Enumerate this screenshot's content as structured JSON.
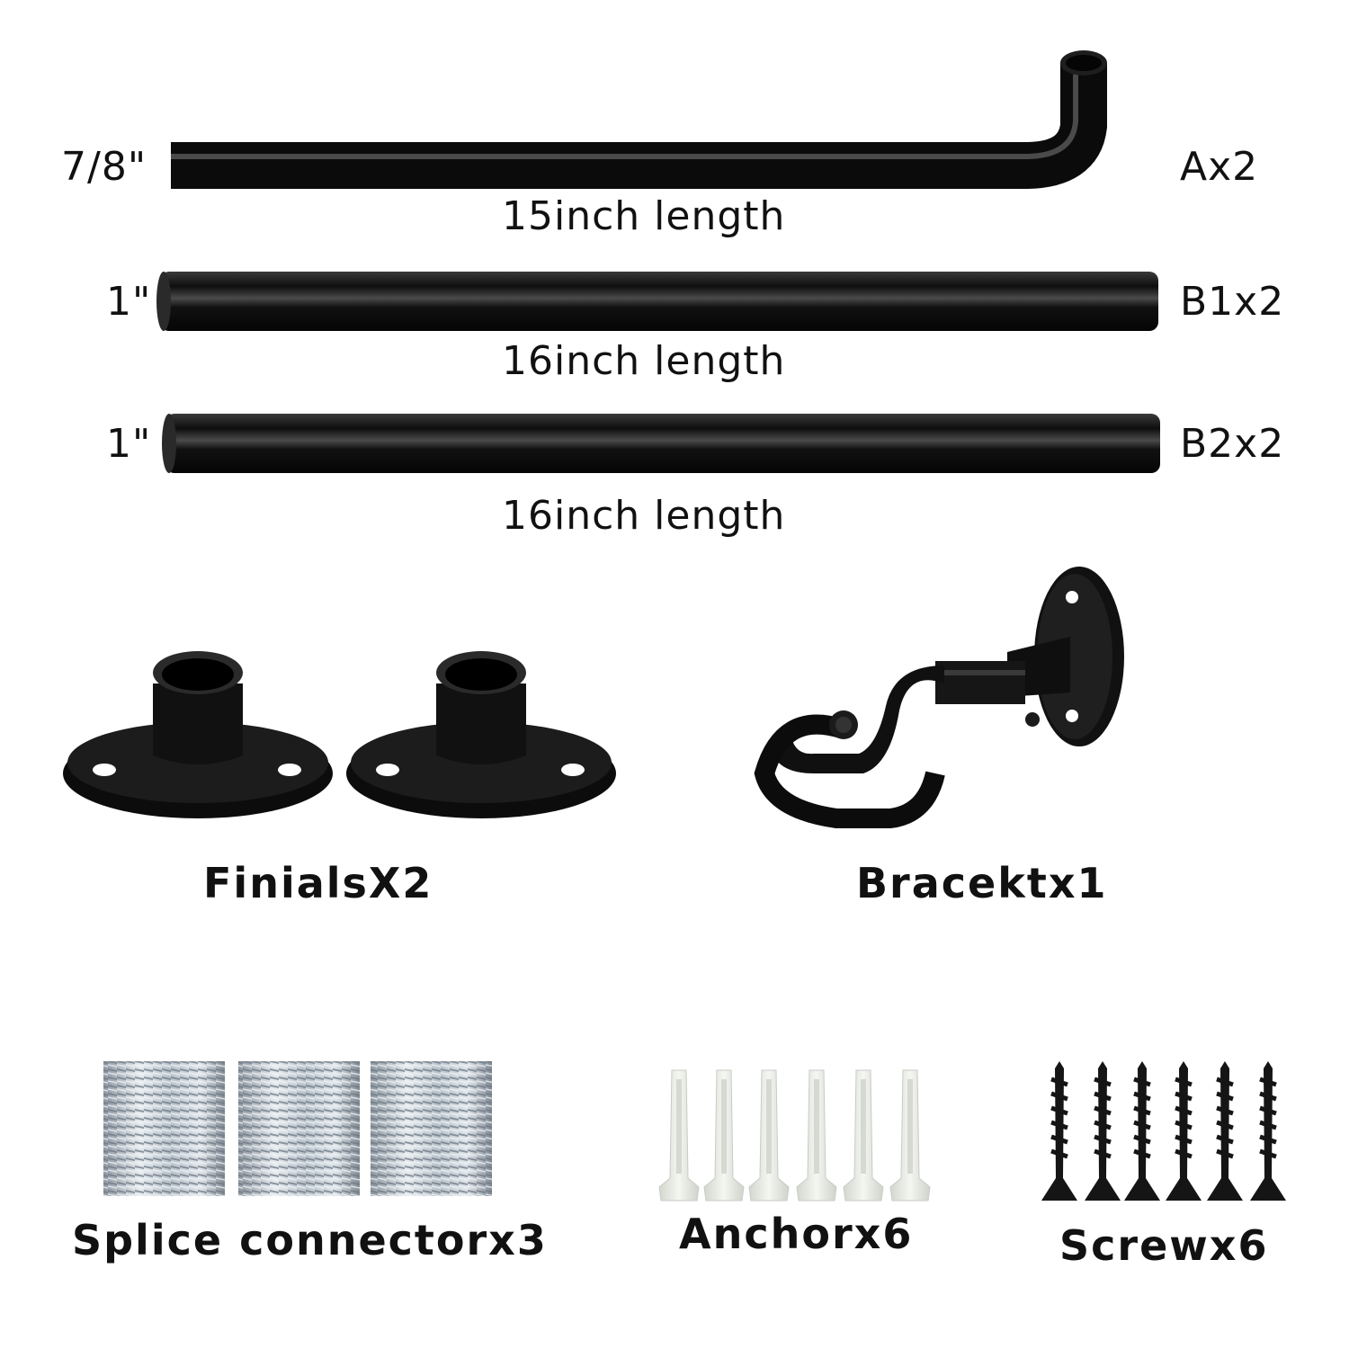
{
  "rods": [
    {
      "diameter": "7/8\"",
      "part": "Ax2",
      "length": "15inch length"
    },
    {
      "diameter": "1\"",
      "part": "B1x2",
      "length": "16inch length"
    },
    {
      "diameter": "1\"",
      "part": "B2x2",
      "length": "16inch length"
    }
  ],
  "parts": {
    "finials": "FinialsX2",
    "bracket": "Bracektx1",
    "splice": "Splice connectorx3",
    "anchor": "Anchorx6",
    "screw": "Screwx6"
  },
  "colors": {
    "metal_black": "#141414",
    "zinc": "#b9c3cc",
    "anchor_plastic": "#e9ece6"
  }
}
